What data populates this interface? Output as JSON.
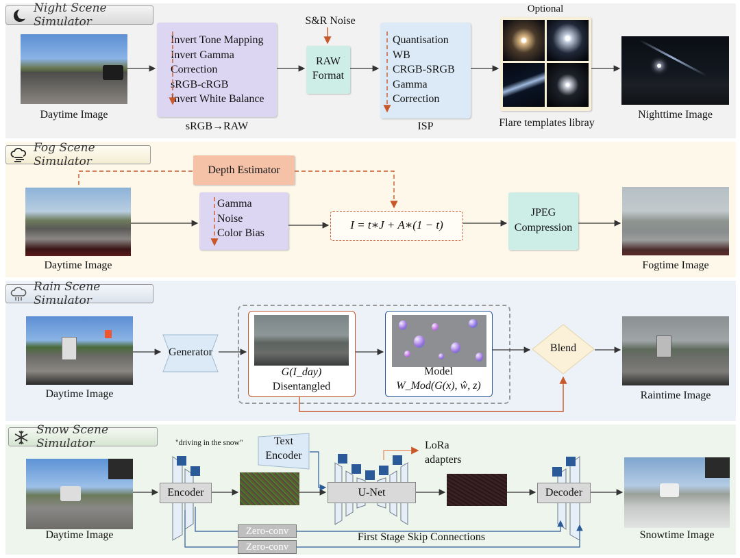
{
  "night": {
    "title": "Night Scene Simulator",
    "daytime_label": "Daytime Image",
    "srgb_steps": [
      "Invert Tone Mapping",
      "Invert Gamma",
      "Correction",
      "sRGB-cRGB",
      "Invert White Balance"
    ],
    "srgb_caption": "sRGB→RAW",
    "noise_label": "S&R Noise",
    "raw_label": [
      "RAW",
      "Format"
    ],
    "isp_steps": [
      "Quantisation",
      "WB",
      "CRGB-SRGB",
      "Gamma",
      "Correction"
    ],
    "isp_caption": "ISP",
    "optional_label": "Optional",
    "flare_caption": "Flare templates libray",
    "output_label": "Nighttime Image"
  },
  "fog": {
    "title": "Fog Scene Simulator",
    "depth_label": "Depth Estimator",
    "daytime_label": "Daytime Image",
    "steps": [
      "Gamma",
      "Noise",
      "Color Bias"
    ],
    "formula": "I = t∗J + A∗(1 − t)",
    "jpeg_label": [
      "JPEG",
      "Compression"
    ],
    "output_label": "Fogtime Image"
  },
  "rain": {
    "title": "Rain Scene Simulator",
    "daytime_label": "Daytime Image",
    "generator_label": "Generator",
    "disentangled_formula": "G(I_day)",
    "disentangled_label": "Disentangled",
    "model_label": "Model",
    "model_formula": "W_Mod(G(x), ŵ, z)",
    "blend_label": "Blend",
    "output_label": "Raintime Image"
  },
  "snow": {
    "title": "Snow Scene Simulator",
    "prompt_text": "\"driving in the snow\"",
    "text_encoder_label": [
      "Text",
      "Encoder"
    ],
    "lora_label": [
      "LoRa",
      "adapters"
    ],
    "encoder_label": "Encoder",
    "unet_label": "U-Net",
    "decoder_label": "Decoder",
    "zero_conv_1": "Zero-conv",
    "zero_conv_2": "Zero-conv",
    "skip_label": "First Stage Skip Connections",
    "daytime_label": "Daytime Image",
    "output_label": "Snowtime Image"
  },
  "colors": {
    "dashed_arrow": "#c8582a",
    "lavender": "#dcd6f3",
    "teal": "#cdeee7",
    "light_blue": "#dbeaf6",
    "salmon": "#f5c2a8",
    "panel_night": "#f2f2f2",
    "panel_fog": "#fdf8ea",
    "panel_rain": "#ecf2f8",
    "panel_snow": "#eef5ec",
    "unet_blue": "#2a5a97"
  }
}
